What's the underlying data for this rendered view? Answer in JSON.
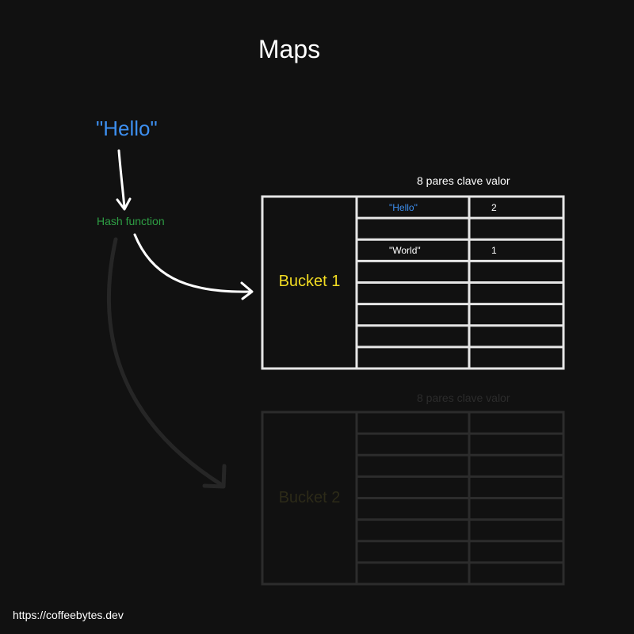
{
  "title": "Maps",
  "input_key": "\"Hello\"",
  "hash_label": "Hash function",
  "buckets": [
    {
      "name": "Bucket 1",
      "caption": "8 pares clave valor",
      "active": true,
      "rows": [
        {
          "key": "\"Hello\"",
          "value": "2"
        },
        {
          "key": "",
          "value": ""
        },
        {
          "key": "\"World\"",
          "value": "1"
        },
        {
          "key": "",
          "value": ""
        },
        {
          "key": "",
          "value": ""
        },
        {
          "key": "",
          "value": ""
        },
        {
          "key": "",
          "value": ""
        },
        {
          "key": "",
          "value": ""
        }
      ]
    },
    {
      "name": "Bucket 2",
      "caption": "8 pares clave valor",
      "active": false,
      "rows": [
        {
          "key": "",
          "value": ""
        },
        {
          "key": "",
          "value": ""
        },
        {
          "key": "",
          "value": ""
        },
        {
          "key": "",
          "value": ""
        },
        {
          "key": "",
          "value": ""
        },
        {
          "key": "",
          "value": ""
        },
        {
          "key": "",
          "value": ""
        },
        {
          "key": "",
          "value": ""
        }
      ]
    }
  ],
  "footer_url": "https://coffeebytes.dev",
  "colors": {
    "background": "#111111",
    "key_highlight": "#3d8ff0",
    "hash": "#2e9e44",
    "bucket_label": "#f2dc22",
    "faded": "#2c2c2c"
  }
}
